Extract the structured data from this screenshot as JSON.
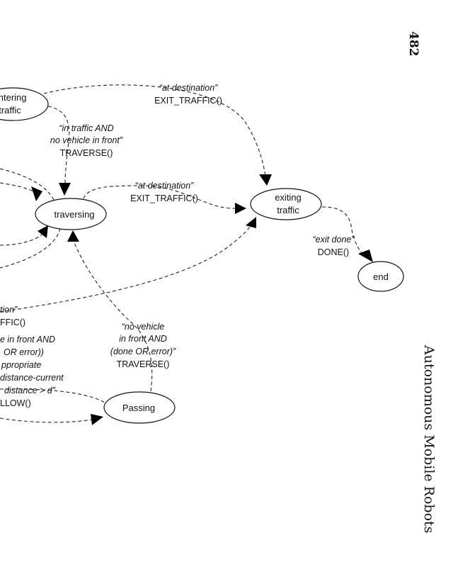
{
  "page": {
    "number": "482",
    "running_head": "Autonomous Mobile Robots"
  },
  "states": {
    "entering": [
      "entering",
      "traffic"
    ],
    "traversing": "traversing",
    "exiting": [
      "exiting",
      "traffic"
    ],
    "end": "end",
    "passing": "Passing"
  },
  "transitions": {
    "entering_to_exiting": {
      "condition": "“at destination”",
      "action": "EXIT_TRAFFIC()"
    },
    "entering_to_traversing": {
      "condition": [
        "“in traffic AND",
        "no vehicle in front”"
      ],
      "action": "TRAVERSE()"
    },
    "traversing_to_exiting": {
      "condition": "“at destination”",
      "action": "EXIT_TRAFFIC()"
    },
    "exiting_to_end": {
      "condition": "“exit done”",
      "action": "DONE()"
    },
    "passing_to_traversing": {
      "condition": [
        "“no vehicle",
        "in front AND",
        "(done OR error)”"
      ],
      "action": "TRAVERSE()"
    },
    "left_to_exiting": {
      "condition": "tion”",
      "action": "FFIC()"
    },
    "left_to_passing": {
      "condition": [
        "e in front AND",
        "OR error))",
        "ppropriate",
        "distance-current",
        "distance > d”"
      ],
      "action": "LLOW()"
    }
  }
}
